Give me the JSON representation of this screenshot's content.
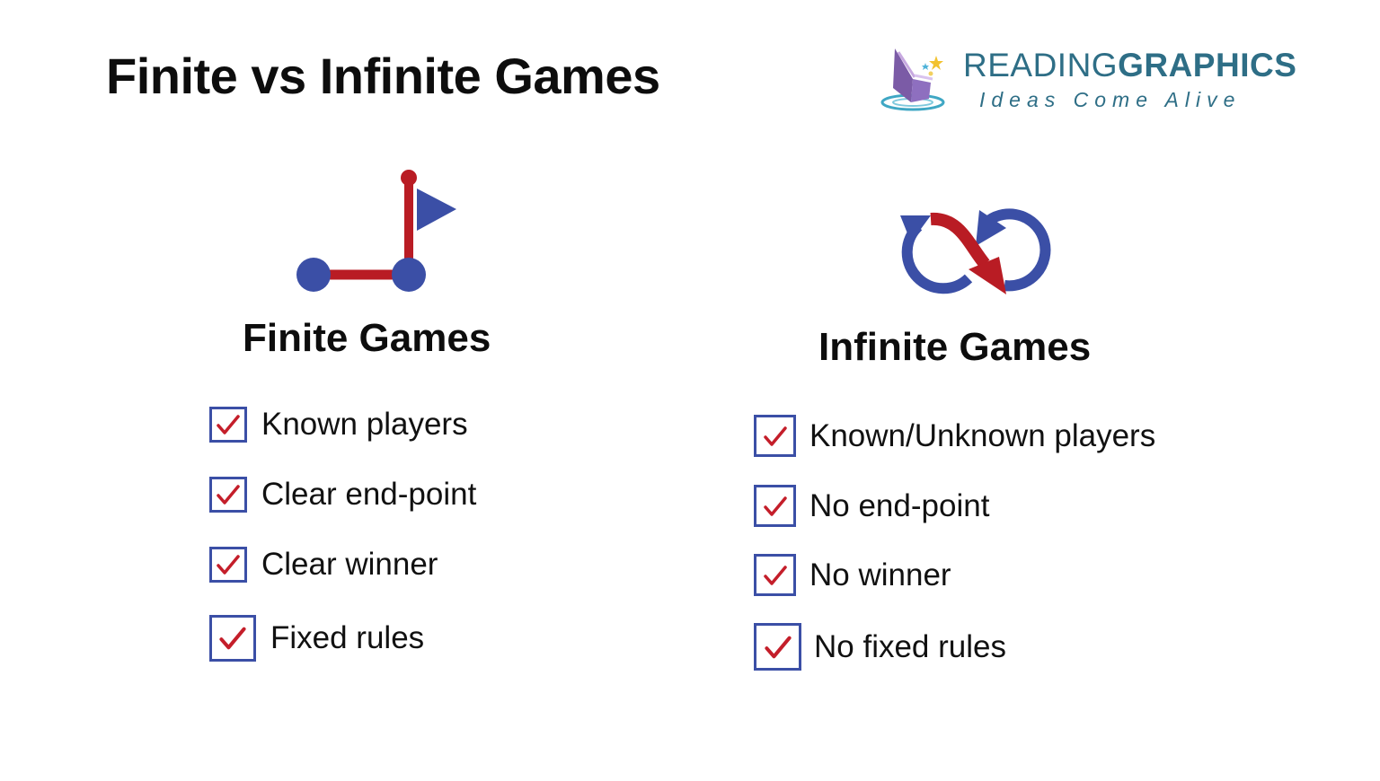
{
  "title": "Finite vs Infinite Games",
  "logo": {
    "name_light": "READING",
    "name_bold": "GRAPHICS",
    "tagline": "Ideas Come Alive",
    "icon": "book-with-stars-icon"
  },
  "colors": {
    "blue": "#3b4fa6",
    "red": "#b91c24",
    "teal": "#2e6e86",
    "purple": "#7b5ba6"
  },
  "finite": {
    "heading": "Finite Games",
    "icon": "flag-path-icon",
    "items": [
      {
        "label": "Known players",
        "checked": true
      },
      {
        "label": "Clear end-point",
        "checked": true
      },
      {
        "label": "Clear winner",
        "checked": true
      },
      {
        "label": "Fixed rules",
        "checked": true
      }
    ]
  },
  "infinite": {
    "heading": "Infinite Games",
    "icon": "infinity-loop-arrows-icon",
    "items": [
      {
        "label": "Known/Unknown players",
        "checked": true
      },
      {
        "label": "No end-point",
        "checked": true
      },
      {
        "label": "No winner",
        "checked": true
      },
      {
        "label": "No fixed rules",
        "checked": true
      }
    ]
  }
}
